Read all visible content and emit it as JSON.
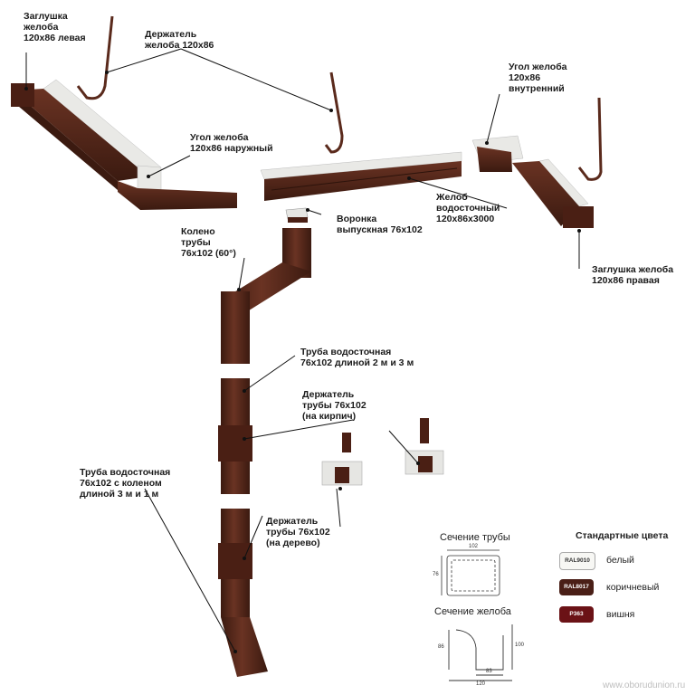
{
  "labels": {
    "end_cap_left": "Заглушка\nжелоба\n120х86 левая",
    "gutter_holder": "Держатель\nжелоба 120х86",
    "inner_corner": "Угол желоба\n120х86\nвнутренний",
    "outer_corner": "Угол желоба\n120х86 наружный",
    "elbow": "Колено\nтрубы\n76х102 (60°)",
    "outlet": "Воронка\nвыпускная 76х102",
    "gutter": "Желоб\nводосточный\n120х86х3000",
    "end_cap_right": "Заглушка желоба\n120х86 правая",
    "pipe": "Труба водосточная\n76х102 длиной 2 м и 3 м",
    "pipe_holder_brick": "Держатель\nтрубы 76х102\n(на кирпич)",
    "pipe_with_elbow": "Труба водосточная\n76х102 с коленом\nдлиной 3 м и 1 м",
    "pipe_holder_wood": "Держатель\nтрубы 76х102\n(на дерево)"
  },
  "sections": {
    "pipe_title": "Сечение трубы",
    "gutter_title": "Сечение желоба",
    "pipe_dims": {
      "width": "102",
      "height": "76"
    },
    "gutter_dims": {
      "height_left": "86",
      "height_right": "100",
      "bottom": "83",
      "width": "120"
    }
  },
  "colors": {
    "title": "Стандартные цвета",
    "items": [
      {
        "code": "RAL9010",
        "name": "белый",
        "fill": "#f7f7f4",
        "text": "#333333"
      },
      {
        "code": "RAL8017",
        "name": "коричневый",
        "fill": "#4a1f17",
        "text": "#ffffff"
      },
      {
        "code": "P363",
        "name": "вишня",
        "fill": "#6b1216",
        "text": "#ffffff"
      }
    ]
  },
  "watermark": "www.oborudunion.ru",
  "palette": {
    "brown": "#5a2a1c",
    "brown_dark": "#3b1a10",
    "brown_light": "#7a4030",
    "inner": "#e9e9e6"
  }
}
